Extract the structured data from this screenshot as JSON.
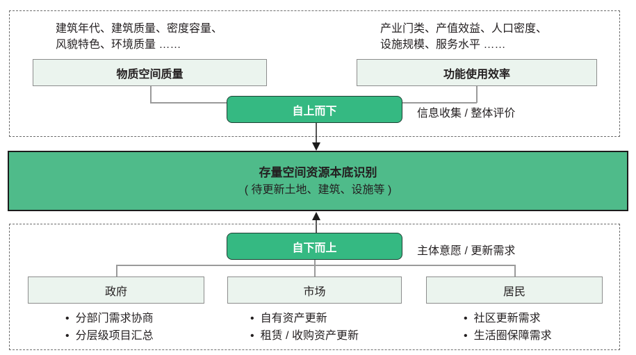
{
  "top": {
    "left_desc": [
      "建筑年代、建筑质量、密度容量、",
      "风貌特色、环境质量 ……"
    ],
    "right_desc": [
      "产业门类、产值效益、人口密度、",
      "设施规模、服务水平 ……"
    ],
    "left_box": "物质空间质量",
    "right_box": "功能使用效率",
    "pill": "自上而下",
    "side_note": "信息收集 / 整体评价"
  },
  "core": {
    "title": "存量空间资源本底识别",
    "subtitle": "( 待更新土地、建筑、设施等 )"
  },
  "bottom": {
    "pill": "自下而上",
    "side_note": "主体意愿 / 更新需求",
    "groups": [
      {
        "label": "政府",
        "items": [
          "分部门需求协商",
          "分层级项目汇总"
        ]
      },
      {
        "label": "市场",
        "items": [
          "自有资产更新",
          "租赁 / 收购资产更新"
        ]
      },
      {
        "label": "居民",
        "items": [
          "社区更新需求",
          "生活圈保障需求"
        ]
      }
    ]
  },
  "colors": {
    "pill_green": "#35b982",
    "core_green": "#4fbb8a",
    "box_fill": "#ebf4ee"
  }
}
